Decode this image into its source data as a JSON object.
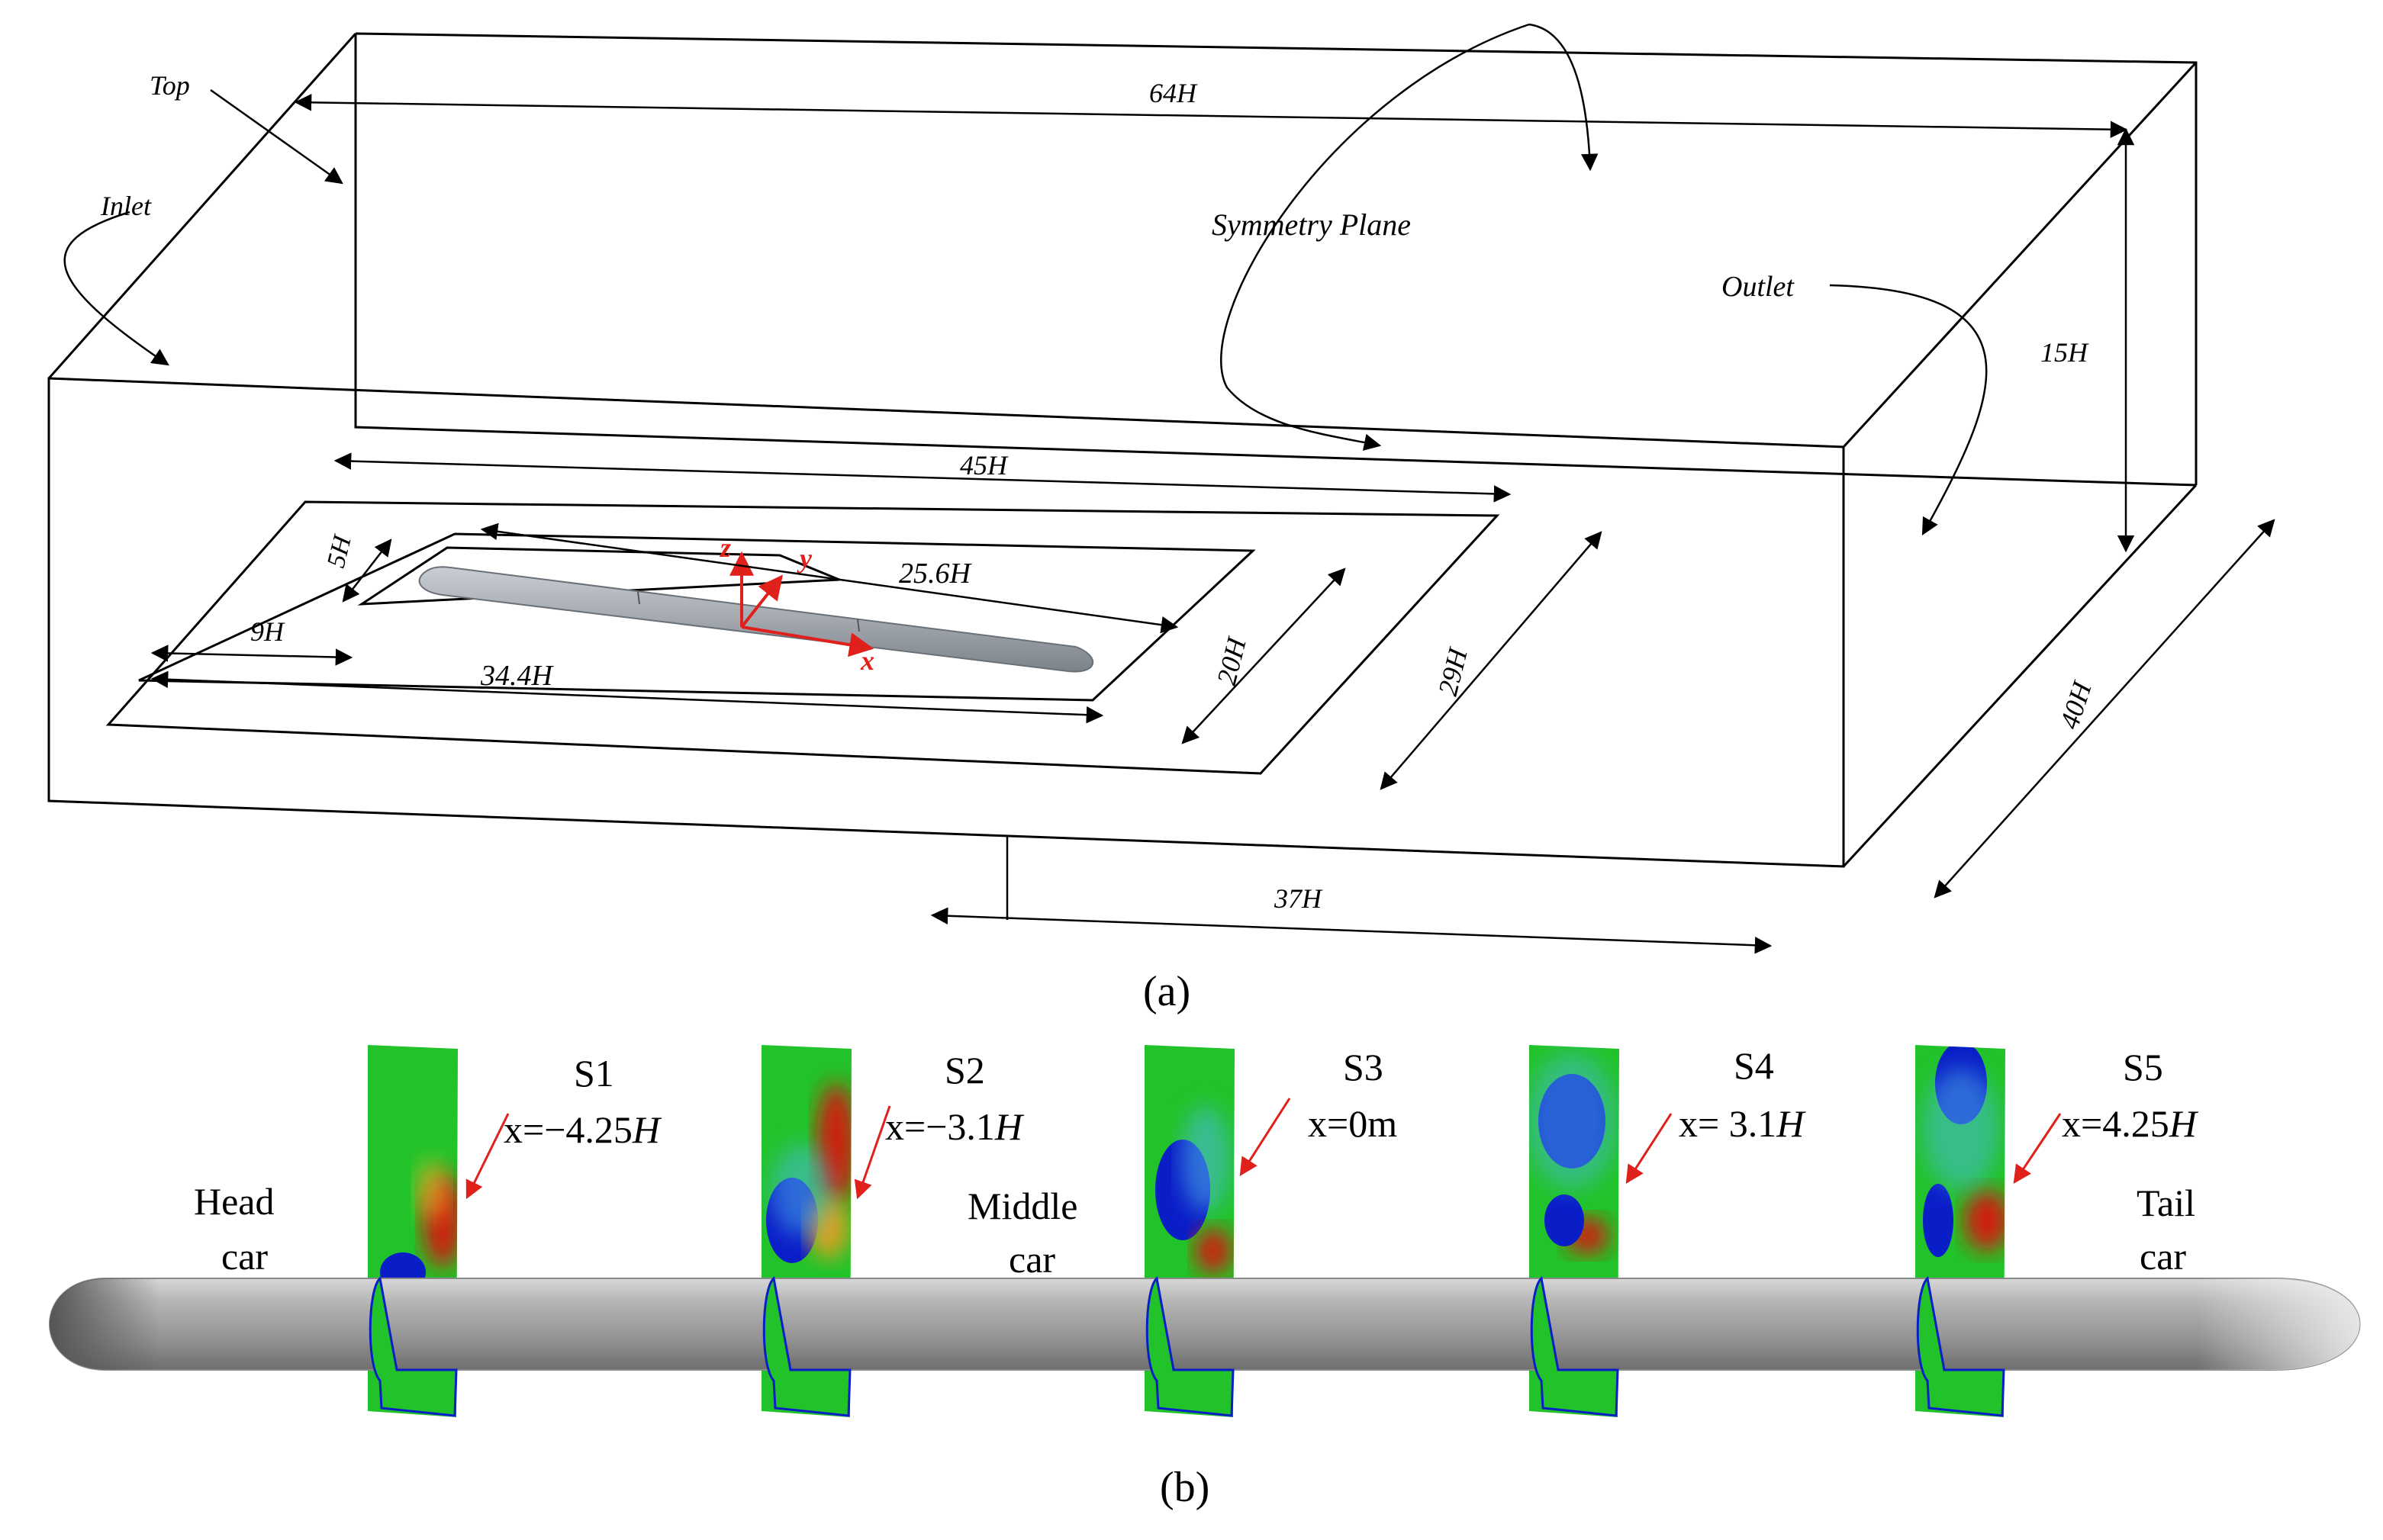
{
  "panel_a": {
    "caption": "(a)",
    "boundaries": {
      "top": "Top",
      "inlet": "Inlet",
      "symmetry_plane": "Symmetry Plane",
      "outlet": "Outlet"
    },
    "dimensions": {
      "domain_length": "64H",
      "domain_height": "15H",
      "domain_width": "40H",
      "ground_length": "37H",
      "mid_region_length": "45H",
      "mid_region_width": "29H",
      "inner_region_length": "34.4H",
      "inner_region_width": "20H",
      "train_length": "25.6H",
      "upstream_distance": "9H",
      "side_distance": "5H"
    },
    "axes": {
      "z": "z",
      "y": "y",
      "x": "x"
    }
  },
  "panel_b": {
    "caption": "(b)",
    "car_labels": {
      "head": [
        "Head",
        "car"
      ],
      "middle": [
        "Middle",
        "car"
      ],
      "tail": [
        "Tail",
        "car"
      ]
    },
    "sections": [
      {
        "name": "S1",
        "position": "x=−4.25",
        "unit": "H"
      },
      {
        "name": "S2",
        "position": "x=−3.1",
        "unit": "H"
      },
      {
        "name": "S3",
        "position": "x=0m",
        "unit": ""
      },
      {
        "name": "S4",
        "position": "x= 3.1",
        "unit": "H"
      },
      {
        "name": "S5",
        "position": "x=4.25",
        "unit": "H"
      }
    ]
  },
  "colors": {
    "axis_red": "#e0201b",
    "contour_green": "#22c32a",
    "contour_blue": "#0a1ec8",
    "contour_red": "#d01a10",
    "train_gray": "#9a9a9a"
  }
}
